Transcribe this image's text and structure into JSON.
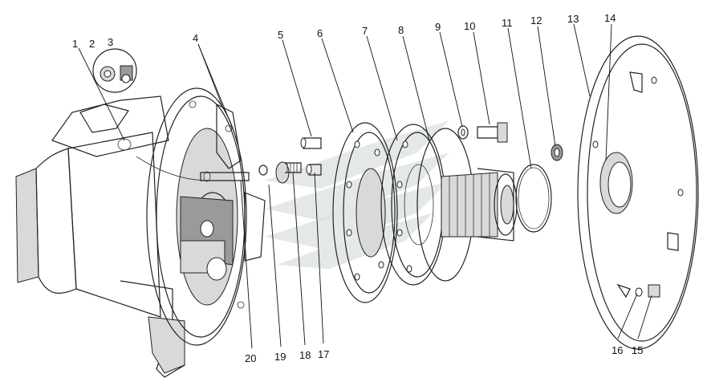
{
  "callouts": [
    {
      "id": "c1",
      "label": "1"
    },
    {
      "id": "c2",
      "label": "2"
    },
    {
      "id": "c3",
      "label": "3"
    },
    {
      "id": "c4",
      "label": "4"
    },
    {
      "id": "c5",
      "label": "5"
    },
    {
      "id": "c6",
      "label": "6"
    },
    {
      "id": "c7",
      "label": "7"
    },
    {
      "id": "c8",
      "label": "8"
    },
    {
      "id": "c9",
      "label": "9"
    },
    {
      "id": "c10",
      "label": "10"
    },
    {
      "id": "c11",
      "label": "11"
    },
    {
      "id": "c12",
      "label": "12"
    },
    {
      "id": "c13",
      "label": "13"
    },
    {
      "id": "c14",
      "label": "14"
    },
    {
      "id": "c15",
      "label": "15"
    },
    {
      "id": "c16",
      "label": "16"
    },
    {
      "id": "c17",
      "label": "17"
    },
    {
      "id": "c18",
      "label": "18"
    },
    {
      "id": "c19",
      "label": "19"
    },
    {
      "id": "c20",
      "label": "20"
    }
  ],
  "colors": {
    "line": "#222222",
    "shade": "#d9d9d9",
    "watermark": "#cfd6d6"
  }
}
